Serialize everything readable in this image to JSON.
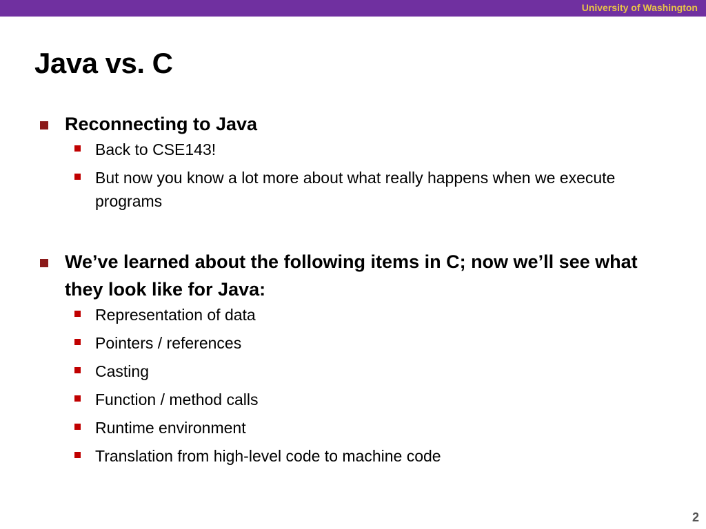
{
  "header": {
    "institution": "University of Washington",
    "bar_color": "#7030a0",
    "text_color": "#e8c547"
  },
  "slide": {
    "title": "Java vs. C",
    "page_number": "2",
    "bullets": [
      {
        "text": "Reconnecting to Java",
        "sub": [
          "Back to CSE143!",
          "But now you know a lot more about what really happens when we execute programs"
        ]
      },
      {
        "text": "We’ve learned about the following items in C; now we’ll see what they look like for Java:",
        "sub": [
          "Representation of data",
          "Pointers / references",
          "Casting",
          "Function / method calls",
          "Runtime environment",
          "Translation from high-level code to machine code"
        ]
      }
    ],
    "bullet_colors": {
      "level1": "#8b1a1a",
      "level2": "#c00000"
    }
  }
}
